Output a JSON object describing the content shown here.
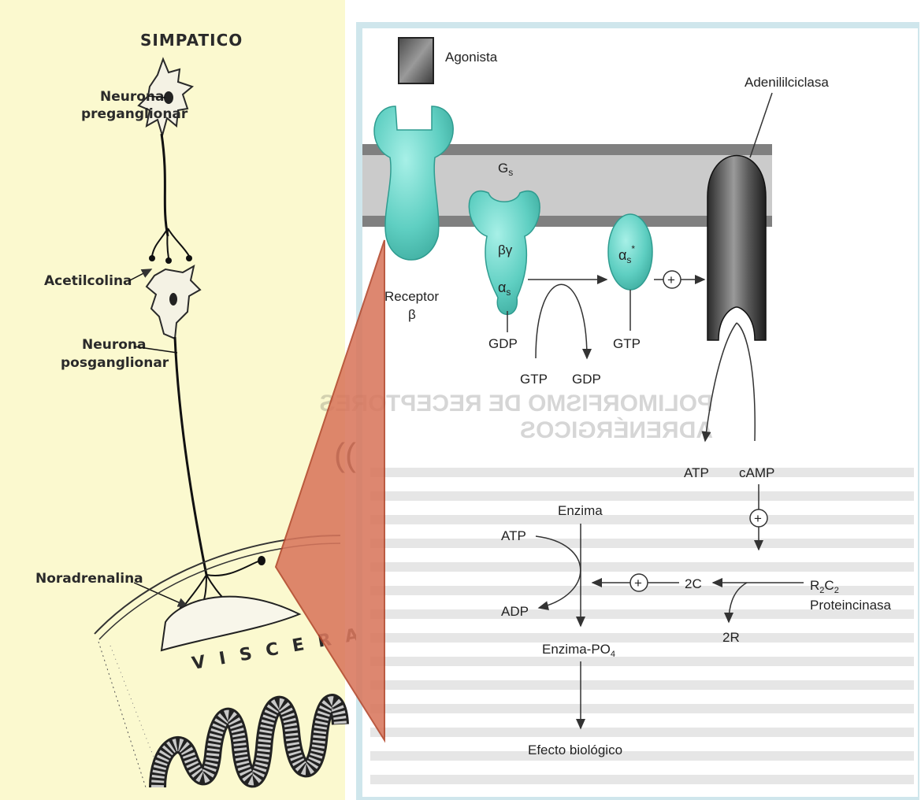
{
  "left_panel": {
    "title": "SIMPATICO",
    "labels": {
      "pre": [
        "Neurona",
        "preganglionar"
      ],
      "ach": "Acetilcolina",
      "post": [
        "Neurona",
        "posganglionar"
      ],
      "ne": "Noradrenalina",
      "viscera": "VISCERA"
    }
  },
  "right_panel": {
    "agonist": "Agonista",
    "adenylyl": "Adenililciclasa",
    "gs": "Gs",
    "gs_main": "G",
    "gs_sub": "s",
    "beta_gamma": "βγ",
    "alpha_s": "αs",
    "alpha_main": "α",
    "alpha_sub": "s",
    "alpha_star": "*",
    "receptor": "Receptor",
    "receptor_beta": "β",
    "gdp": "GDP",
    "gtp": "GTP",
    "atp": "ATP",
    "camp": "cAMP",
    "plus": "+",
    "enzyme": "Enzima",
    "adp": "ADP",
    "two_c": "2C",
    "r2c2": "R2C2",
    "r2c2_parts": [
      "R",
      "2",
      "C",
      "2"
    ],
    "proteinkinase": "Proteincinasa",
    "two_r": "2R",
    "enzyme_po4": "Enzima-PO4",
    "enzyme_po4_parts": [
      "Enzima-PO",
      "4"
    ],
    "effect": "Efecto biológico",
    "ghost_heading": [
      "POLIMORFISMO DE RECEPTORES",
      "ADRENÉRGICOS"
    ]
  },
  "colors": {
    "left_bg": "#fbf9cf",
    "right_bg": "#ffffff",
    "frame": "#cfe6ec",
    "teal": "#5fcfc2",
    "teal_dark": "#2f9c90",
    "membrane": "#7f7f7f",
    "wedge": "#d9775d"
  }
}
